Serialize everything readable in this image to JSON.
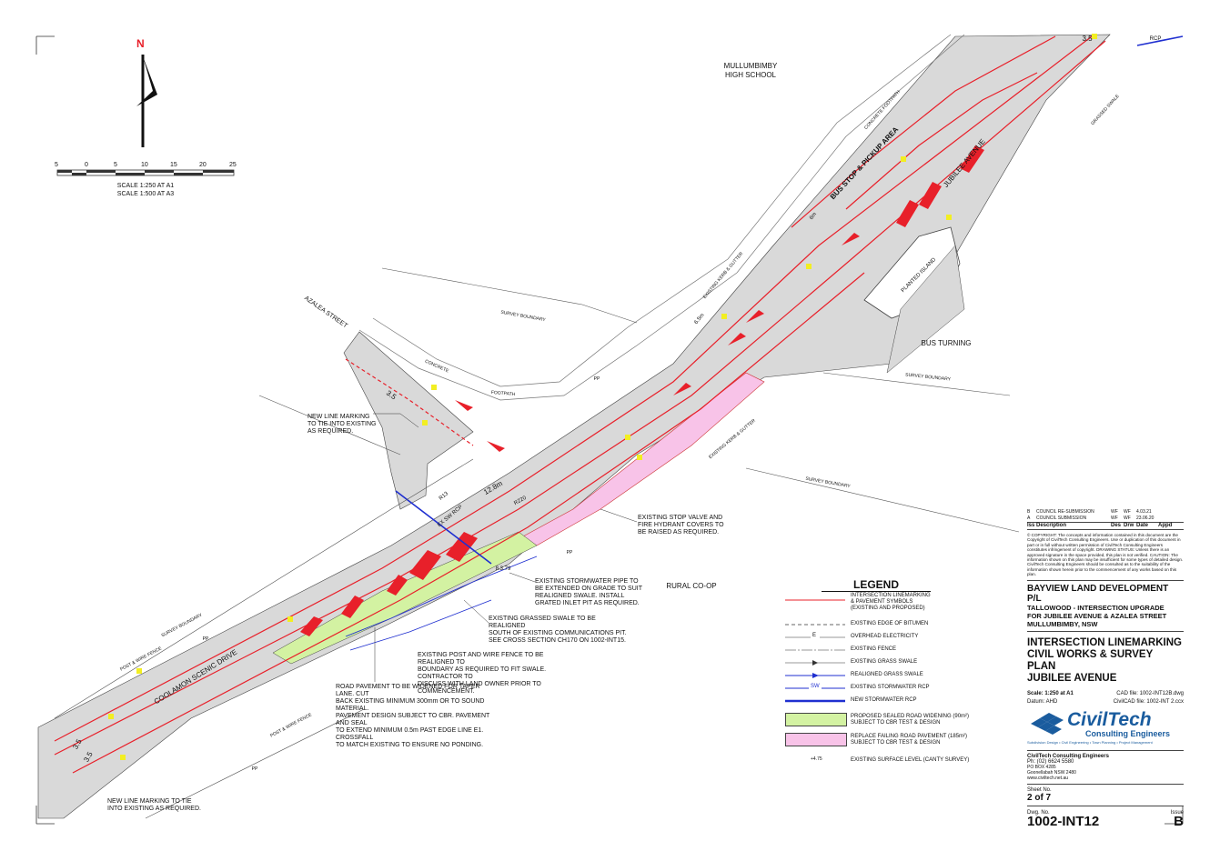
{
  "north": {
    "letter": "N"
  },
  "scale_bar": {
    "ticks": [
      "5",
      "0",
      "5",
      "10",
      "15",
      "20",
      "25"
    ],
    "scale_a1": "SCALE 1:250 AT A1",
    "scale_a3": "SCALE 1:500 AT A3"
  },
  "places": {
    "school": "MULLUMBIMBY\nHIGH SCHOOL",
    "bus_turning": "BUS TURNING",
    "rural_coop": "RURAL CO-OP",
    "planted_island": "PLANTED ISLAND"
  },
  "road_labels": {
    "azalea": "AZALEA STREET",
    "jubilee": "JUBILEE AVENUE",
    "coolamon": "COOLAMON SCENIC DRIVE",
    "bus_stop": "BUS STOP & PICKUP AREA",
    "concrete_footpath": "CONCRETE FOOTPATH",
    "concrete": "CONCRETE",
    "footpath": "FOOTPATH",
    "kerb_gutter_1": "EXISTING KERB & GUTTER",
    "kerb_gutter_2": "EXISTING KERB & GUTTER",
    "survey_boundary_1": "SURVEY BOUNDARY",
    "survey_boundary_2": "SURVEY BOUNDARY",
    "survey_boundary_3": "SURVEY BOUNDARY",
    "survey_boundary_4": "SURVEY BOUNDARY",
    "post_wire_1": "POST & WIRE FENCE",
    "post_wire_2": "POST & WIRE FENCE",
    "grassed_swale": "GRASSED SWALE",
    "ex_sw_rcp": "EX SW RCP",
    "rcp": "RCP"
  },
  "dims": {
    "w128": "12.8m",
    "w35a": "3.5",
    "w35b": "3.5",
    "w35c": "3.5",
    "w35d": "3.5",
    "r13": "R13",
    "r220": "R220",
    "w65": "6.5m",
    "w6": "6m",
    "d379": "8.3.79",
    "pp1": "PP",
    "pp2": "PP",
    "pp3": "PP",
    "pp4": "PP"
  },
  "notes": {
    "n1": "NEW LINE MARKING\nTO TIE INTO EXISTING\nAS REQUIRED.",
    "n2": "EXISTING STOP VALVE AND\nFIRE HYDRANT COVERS TO\nBE RAISED AS REQUIRED.",
    "n3": "EXISTING STORMWATER PIPE TO\nBE EXTENDED ON GRADE TO SUIT\nREALIGNED SWALE. INSTALL\nGRATED INLET PIT AS REQUIRED.",
    "n4": "EXISTING GRASSED SWALE TO BE REALIGNED\nSOUTH OF EXISTING COMMUNICATIONS PIT.\nSEE CROSS SECTION CH170 ON 1002-INT15.",
    "n5": "EXISTING POST AND WIRE FENCE TO BE REALIGNED TO\nBOUNDARY AS REQUIRED TO FIT SWALE. CONTRACTOR TO\nDISCUSS WITH LAND OWNER PRIOR TO COMMENCEMENT.",
    "n6": "ROAD PAVEMENT TO BE WIDENED FOR TAPER LANE. CUT\nBACK EXISTING MINIMUM 300mm OR TO SOUND MATERIAL.\nPAVEMENT DESIGN SUBJECT TO CBR. PAVEMENT AND SEAL\nTO EXTEND MINIMUM 0.5m PAST EDGE LINE E1. CROSSFALL\nTO MATCH EXISTING TO ENSURE NO PONDING.",
    "n7": "NEW LINE MARKING TO TIE\nINTO EXISTING AS REQUIRED."
  },
  "legend": {
    "title": "LEGEND",
    "items": [
      {
        "text": "INTERSECTION LINEMARKING\n& PAVEMENT SYMBOLS\n(EXISTING AND PROPOSED)",
        "symbol": "red-line"
      },
      {
        "text": "EXISTING EDGE OF BITUMEN",
        "symbol": "dash-line"
      },
      {
        "text": "OVERHEAD ELECTRICITY",
        "symbol": "elec-line",
        "code": "E"
      },
      {
        "text": "EXISTING FENCE",
        "symbol": "fence-line"
      },
      {
        "text": "EXISTING GRASS SWALE",
        "symbol": "swale-line"
      },
      {
        "text": "REALIGNED GRASS SWALE",
        "symbol": "blue-arrow-line"
      },
      {
        "text": "EXISTING STORMWATER RCP",
        "symbol": "blue-sw-line",
        "code": "SW"
      },
      {
        "text": "NEW STORMWATER RCP",
        "symbol": "blue-thick-line"
      },
      {
        "text": "PROPOSED SEALED ROAD WIDENING (90m²)\nSUBJECT TO CBR TEST & DESIGN",
        "symbol": "green-box"
      },
      {
        "text": "REPLACE FAILING ROAD PAVEMENT (185m²)\nSUBJECT TO CBR TEST & DESIGN",
        "symbol": "pink-box"
      },
      {
        "text": "EXISTING SURFACE LEVEL (CANTY SURVEY)",
        "symbol": "level-point",
        "code": "+4.75"
      }
    ]
  },
  "revisions": {
    "head": {
      "iss": "Iss",
      "desc": "Description",
      "des": "Des",
      "drw": "Drw",
      "date": "Date",
      "appd": "Appd"
    },
    "rows": [
      {
        "iss": "B",
        "desc": "COUNCIL RE-SUBMISSION",
        "des": "WF",
        "drw": "WF",
        "date": "4.03.21",
        "appd": ""
      },
      {
        "iss": "A",
        "desc": "COUNCIL SUBMISSION",
        "des": "WF",
        "drw": "WF",
        "date": "23.06.20",
        "appd": ""
      }
    ]
  },
  "copyright": "© COPYRIGHT: The concepts and information contained in this document are the Copyright of CivilTech Consulting Engineers. Use or duplication of this document in part or in full without written permission of CivilTech Consulting Engineers constitutes infringement of copyright. DRAWING STATUS: Unless there is an approved signature in the space provided, this plan is not verified. CAUTION: The information shown on this plan may be insufficient for some types of detailed design. CivilTech Consulting Engineers should be consulted as to the suitability of the information shown herein prior to the commencement of any works based on this plan.",
  "title_block": {
    "client": "BAYVIEW LAND DEVELOPMENT P/L",
    "project": "TALLOWOOD - INTERSECTION UPGRADE\nFOR JUBILEE AVENUE & AZALEA STREET\nMULLUMBIMBY, NSW",
    "drawing_title": "INTERSECTION LINEMARKING\nCIVIL WORKS & SURVEY PLAN\nJUBILEE AVENUE",
    "scale": "Scale: 1:250 at A1",
    "cad_file": "CAD file: 1002-INT12B.dwg",
    "datum": "Datum: AHD",
    "civilcad_file": "CivilCAD file: 1002-INT 2.ccx",
    "logo_word": "CivilTech",
    "logo_sub": "Consulting Engineers",
    "logo_tag": "Subdivision Design • Civil Engineering • Town Planning • Project Management",
    "company": "CivilTech Consulting Engineers",
    "phone": "Ph: (02) 6624 5580",
    "addr": "PO BOX 4285\nGoonellabah NSW 2480\nwww.civiltech.net.au",
    "sheet_label": "Sheet No.",
    "sheet": "2 of 7",
    "dwg_label": "Dwg. No.",
    "issue_label": "Issue",
    "dwg_no": "1002-INT12",
    "issue": "B"
  },
  "colors": {
    "pavement": "#d9d9d9",
    "linemark": "#e8202a",
    "blue": "#1f2fd0",
    "green": "#d3f2a2",
    "pink": "#f8c3e8",
    "symbol": "#f2ee22",
    "logo": "#1a5c9e"
  }
}
